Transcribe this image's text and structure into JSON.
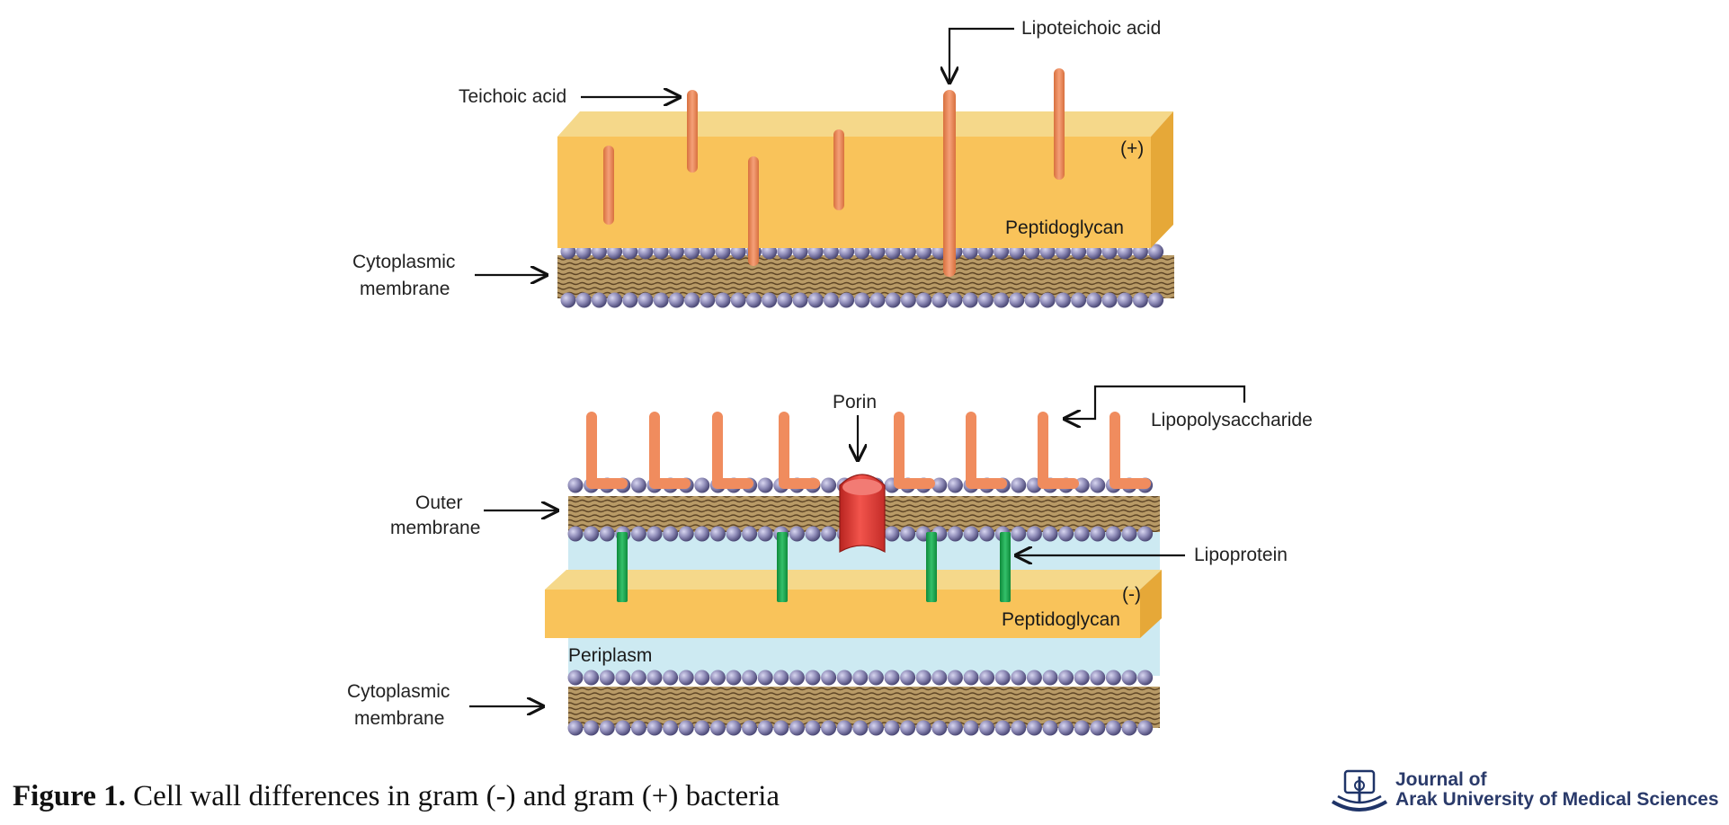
{
  "gram_positive": {
    "labels": {
      "teichoic_acid": "Teichoic acid",
      "lipoteichoic_acid": "Lipoteichoic acid",
      "cytoplasmic_membrane_line1": "Cytoplasmic",
      "cytoplasmic_membrane_line2": "membrane",
      "peptidoglycan": "Peptidoglycan",
      "sign": "(+)"
    }
  },
  "gram_negative": {
    "labels": {
      "porin": "Porin",
      "lipopolysaccharide": "Lipopolysaccharide",
      "outer_membrane_line1": "Outer",
      "outer_membrane_line2": "membrane",
      "lipoprotein": "Lipoprotein",
      "peptidoglycan": "Peptidoglycan",
      "sign": "(-)",
      "periplasm": "Periplasm",
      "cytoplasmic_membrane_line1": "Cytoplasmic",
      "cytoplasmic_membrane_line2": "membrane"
    }
  },
  "caption": {
    "number": "Figure 1.",
    "text": " Cell wall differences in gram (-) and gram (+) bacteria"
  },
  "journal": {
    "line1": "Journal of",
    "line2": "Arak University of Medical Sciences"
  },
  "colors": {
    "peptidoglycan_front": "#F9C35A",
    "peptidoglycan_top": "#F5D88A",
    "peptidoglycan_side": "#E6A838",
    "teichoic": "#F08C5E",
    "lipid_head": "#8F8CB8",
    "lipid_tail": "#8A6E3E",
    "periplasm": "#CDEAF2",
    "porin": "#E8403C",
    "lipoprotein": "#1DA24D"
  }
}
